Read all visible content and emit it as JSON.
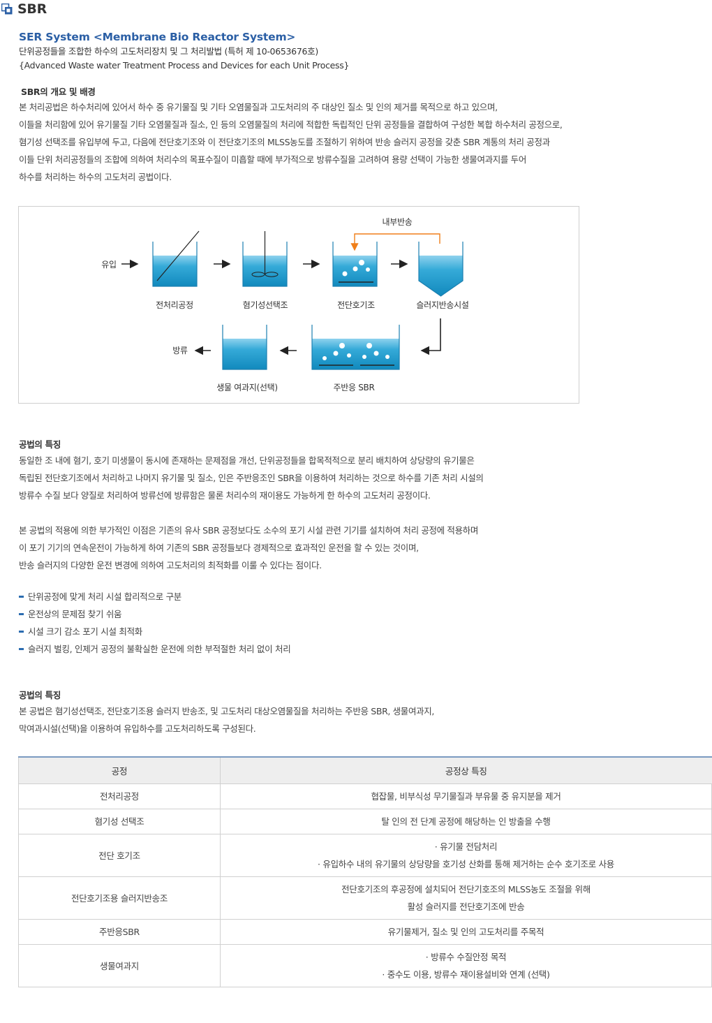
{
  "header": {
    "icon": "section-marker-icon",
    "title": "SBR"
  },
  "intro": {
    "title": "SER System <Membrane Bio Reactor System>",
    "line1": "단위공정들을 조합한 하수의 고도처리장치 및 그 처리발법 (특허 제 10-0653676호)",
    "line2": "{Advanced Waste water Treatment Process and Devices for each Unit Process}"
  },
  "overview": {
    "heading": "SBR의 개요 및 배경",
    "lines": [
      "본 처리공법은 하수처리에 있어서 하수 중 유기물질 및 기타 오염물질과 고도처리의 주 대상인 질소 및 인의 제거를 목적으로 하고 있으며,",
      "이들을 처리함에 있어 유기물질 기타 오염물질과 질소, 인 등의 오염물질의 처리에 적합한 독립적인 단위 공정들을 결합하여 구성한 복합 하수처리 공정으로,",
      "혐기성 선택조를 유입부에 두고, 다음에 전단호기조와 이 전단호기조의 MLSS농도를 조절하기 위하여 반송 슬러지 공정을 갖춘 SBR 계통의 처리 공정과",
      "이들 단위 처리공정들의 조합에 의하여 처리수의 목표수질이 미흡할 때에 부가적으로 방류수질을 고려하여 용량 선택이 가능한 생물여과지를 두어",
      "하수를 처리하는 하수의 고도처리 공법이다."
    ]
  },
  "diagram": {
    "inflow": "유입",
    "internal_return": "내부반송",
    "step1": "전처리공정",
    "step2": "혐기성선택조",
    "step3": "전단호기조",
    "step4": "슬러지반송시설",
    "step5": "주반응 SBR",
    "step6": "생물 여과지(선택)",
    "outflow": "방류",
    "water_color": "#29a3d4",
    "arrow_color": "#f07f1a"
  },
  "features1": {
    "heading": "공법의 특징",
    "para1": [
      "동일한 조 내에 혐기, 호기 미생물이 동시에 존재하는 문제점을 개선, 단위공정들을 합목적적으로 분리 배치하여 상당량의 유기물은",
      "독립된 전단호기조에서 처리하고 나머지 유기물 및 질소, 인은 주반응조인 SBR을 이용하여 처리하는 것으로 하수를 기존 처리 시설의",
      "방류수 수질 보다 양질로 처리하여 방류선에 방류함은 물론 처리수의 재이용도 가능하게 한 하수의 고도처리 공정이다."
    ],
    "para2": [
      "본 공법의 적용에 의한 부가적인 이점은 기존의 유사 SBR 공정보다도 소수의 포기 시설 관련 기기를 설치하여 처리 공정에 적용하며",
      "이 포기 기기의 연속운전이 가능하게 하여 기존의 SBR 공정들보다 경제적으로 효과적인 운전을 할 수 있는 것이며,",
      "반송 슬러지의 다양한 운전 변경에 의하여 고도처리의 최적화를 이룰 수 있다는 점이다."
    ],
    "bullets": [
      "단위공정에 맞게 처리 시설 합리적으로 구분",
      "운전상의 문제점 찾기 쉬움",
      "시설 크기 감소 포기 시설 최적화",
      "슬러지 벌킹, 인제거 공정의 불확실한 운전에 의한 부적절한 처리 없이 처리"
    ]
  },
  "features2": {
    "heading": "공법의 특징",
    "lines": [
      "본 공법은 혐기성선택조, 전단호기조용 슬러지 반송조, 및 고도처리 대상오염물질을 처리하는 주반응 SBR, 생물여과지,",
      "막여과시설(선택)을 이용하여 유입하수를 고도처리하도록 구성된다."
    ]
  },
  "table": {
    "headers": [
      "공정",
      "공정상 특징"
    ],
    "rows": [
      {
        "name": "전처리공정",
        "desc": [
          "협잡물, 비부식성 무기물질과 부유물 중 유지분을 제거"
        ]
      },
      {
        "name": "혐기성 선택조",
        "desc": [
          "탈 인의 전 단계 공정에 해당하는 인 방출을 수행"
        ]
      },
      {
        "name": "전단 호기조",
        "desc": [
          "· 유기물 전담처리",
          "· 유입하수 내의 유기물의 상당량을 호기성 산화를 통해 제거하는 순수 호기조로 사용"
        ]
      },
      {
        "name": "전단호기조용 슬러지반송조",
        "desc": [
          "전단호기조의 후공정에 설치되어 전단기호조의 MLSS농도 조절을 위해",
          "활성 슬러지를 전단호기조에 반송"
        ]
      },
      {
        "name": "주반응SBR",
        "desc": [
          "유기물제거, 질소 및 인의 고도처리를 주목적"
        ]
      },
      {
        "name": "생물여과지",
        "desc": [
          "· 방류수 수질안정 목적",
          "· 중수도 이용, 방류수 재이용설비와 연계 (선택)"
        ]
      }
    ]
  }
}
